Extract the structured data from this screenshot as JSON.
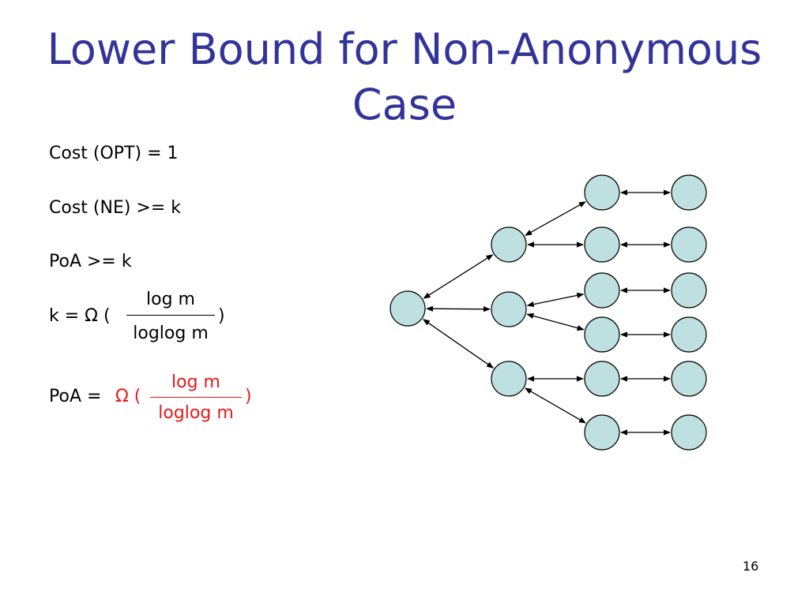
{
  "slide": {
    "title_line1": "Lower Bound for Non-Anonymous",
    "title_line2": "Case",
    "page_number": "16"
  },
  "statements": {
    "cost_opt": "Cost (OPT) = 1",
    "cost_ne": "Cost (NE) >= k",
    "poa_ge_k": "PoA >= k",
    "k_prefix": "k = Ω (",
    "k_numerator": "log m",
    "k_denominator": "loglog m",
    "k_suffix": ")",
    "poa_prefix": "PoA = ",
    "poa_omega": "Ω (",
    "poa_numerator": "log m",
    "poa_denominator": "loglog m",
    "poa_suffix": ")"
  },
  "colors": {
    "title": "#333399",
    "highlight": "#e31b1b",
    "node_fill": "#bfe0e0",
    "node_stroke": "#000000"
  },
  "graph": {
    "nodes": [
      "root",
      "m1",
      "m2",
      "m3",
      "r1",
      "r2",
      "r3",
      "r4",
      "r5",
      "r6",
      "e1",
      "e2",
      "e3",
      "e4",
      "e5",
      "e6"
    ],
    "edges": [
      [
        "root",
        "m1"
      ],
      [
        "root",
        "m2"
      ],
      [
        "root",
        "m3"
      ],
      [
        "m1",
        "r1"
      ],
      [
        "m1",
        "r2"
      ],
      [
        "m2",
        "r3"
      ],
      [
        "m2",
        "r4"
      ],
      [
        "m3",
        "r5"
      ],
      [
        "m3",
        "r6"
      ],
      [
        "r1",
        "e1"
      ],
      [
        "r2",
        "e2"
      ],
      [
        "r3",
        "e3"
      ],
      [
        "r4",
        "e4"
      ],
      [
        "r5",
        "e5"
      ],
      [
        "r6",
        "e6"
      ]
    ],
    "edge_style": "bidirectional-arrow"
  }
}
